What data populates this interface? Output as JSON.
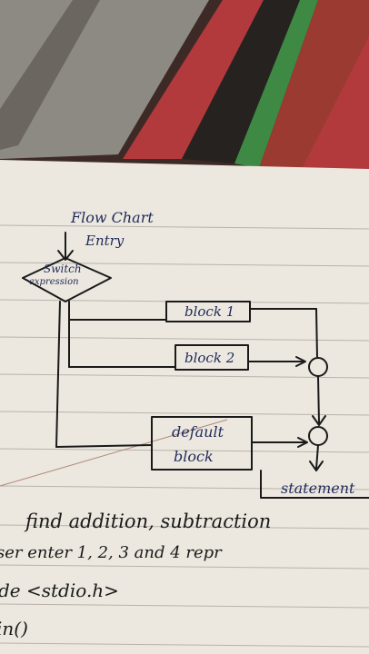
{
  "photo": {
    "colors": {
      "rug_dark": "#3d2a26",
      "rug_red": "#b23a3d",
      "rug_green": "#3e8a45",
      "rug_grey": "#8d8a83",
      "paper": "#ece8df",
      "ink_blue": "#1f2a5a",
      "ink_black": "#1a1a1a",
      "rule_line": "#b8b3aa"
    }
  },
  "notes": {
    "flowchart": {
      "title": "Flow Chart",
      "entry": "Entry",
      "decision_line1": "Switch",
      "decision_line2": "expression",
      "block1": "block 1",
      "block2": "block 2",
      "default_line1": "default",
      "default_line2": "block",
      "statement": "statement"
    },
    "lines": [
      "find addition, subtraction",
      "ser enter 1, 2, 3 and 4 repr",
      "de <stdio.h>",
      "in()"
    ]
  }
}
